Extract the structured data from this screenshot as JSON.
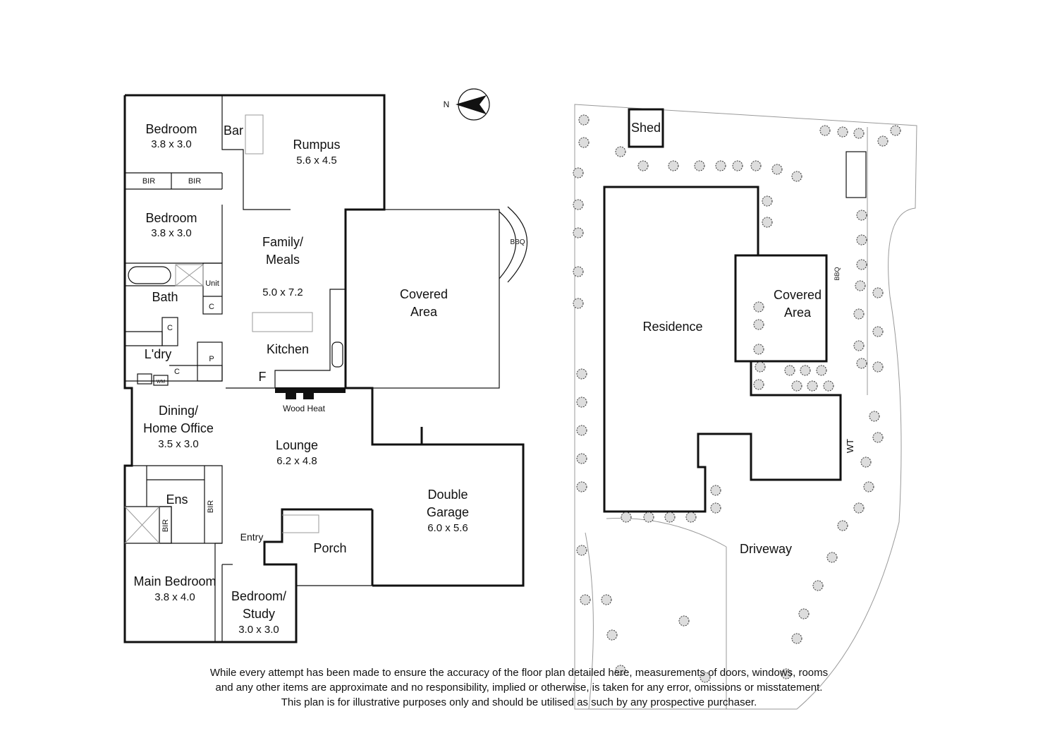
{
  "floor_plan": {
    "rooms": {
      "bedroom1": {
        "name": "Bedroom",
        "size": "3.8 x 3.0"
      },
      "bar": {
        "name": "Bar"
      },
      "rumpus": {
        "name": "Rumpus",
        "size": "5.6 x 4.5"
      },
      "bir1": {
        "name": "BIR"
      },
      "bir2": {
        "name": "BIR"
      },
      "bedroom2": {
        "name": "Bedroom",
        "size": "3.8 x 3.0"
      },
      "family": {
        "name1": "Family/",
        "name2": "Meals",
        "size": "5.0 x 7.2"
      },
      "unit": {
        "name": "Unit"
      },
      "bath": {
        "name": "Bath"
      },
      "c1": {
        "name": "C"
      },
      "c2": {
        "name": "C"
      },
      "c3": {
        "name": "C"
      },
      "pantry": {
        "name": "P"
      },
      "laundry": {
        "name": "L'dry"
      },
      "wm": {
        "name": "WM"
      },
      "kitchen": {
        "name": "Kitchen"
      },
      "fridge": {
        "name": "F"
      },
      "wood_heat": {
        "name": "Wood Heat"
      },
      "covered": {
        "name1": "Covered",
        "name2": "Area"
      },
      "bbq": {
        "name": "BBQ"
      },
      "dining": {
        "name1": "Dining/",
        "name2": "Home Office",
        "size": "3.5 x 3.0"
      },
      "lounge": {
        "name": "Lounge",
        "size": "6.2 x 4.8"
      },
      "ens": {
        "name": "Ens"
      },
      "bir3": {
        "name": "BIR"
      },
      "bir4": {
        "name": "BIR"
      },
      "entry": {
        "name": "Entry"
      },
      "porch": {
        "name": "Porch"
      },
      "garage": {
        "name1": "Double",
        "name2": "Garage",
        "size": "6.0 x 5.6"
      },
      "main_bedroom": {
        "name": "Main Bedroom",
        "size": "3.8 x 4.0"
      },
      "study": {
        "name1": "Bedroom/",
        "name2": "Study",
        "size": "3.0 x 3.0"
      }
    },
    "compass": {
      "label": "N"
    }
  },
  "site_plan": {
    "shed": "Shed",
    "residence": "Residence",
    "covered1": "Covered",
    "covered2": "Area",
    "bbq": "BBQ",
    "wt": "WT",
    "driveway": "Driveway"
  },
  "disclaimer": {
    "line1": "While every attempt has been made to ensure the accuracy of the floor plan detailed here, measurements of doors, windows, rooms",
    "line2": "and any other items are approximate and no responsibility, implied or otherwise, is taken for any error, omissions or misstatement.",
    "line3": "This plan is for illustrative purposes only and should be utilised as such by any prospective purchaser."
  }
}
